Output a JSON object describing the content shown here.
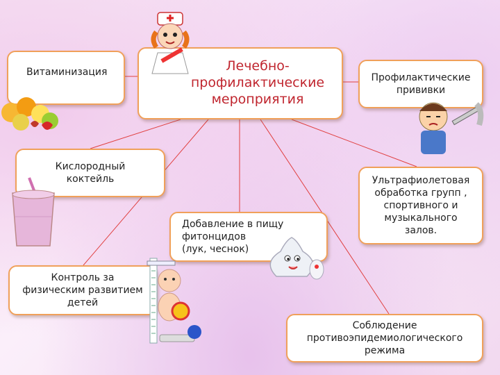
{
  "center": {
    "title": "Лечебно-\nпрофилактические\nмероприятия"
  },
  "boxes": {
    "vitamin": "Витаминизация",
    "vaccine": "Профилактические\nпрививки",
    "oxygen": "Кислородный\nкоктейль",
    "uv": "Ультрафиолетовая\nобработка групп ,\nспортивного и\nмузыкального\nзалов.",
    "phyto": "Добавление  в пищу\nфитонцидов\n(лук, чеснок)",
    "control": "Контроль за\nфизическим развитием\nдетей",
    "regime": "Соблюдение\nпротивоэпидемиологического\nрежима"
  },
  "colors": {
    "border": "#f0a05a",
    "title": "#c0262f",
    "lines": "#e04040"
  },
  "icons": [
    "nurse-icon",
    "fruits-icon",
    "drink-glass-icon",
    "child-vaccination-icon",
    "garlic-icon",
    "baby-height-icon"
  ]
}
